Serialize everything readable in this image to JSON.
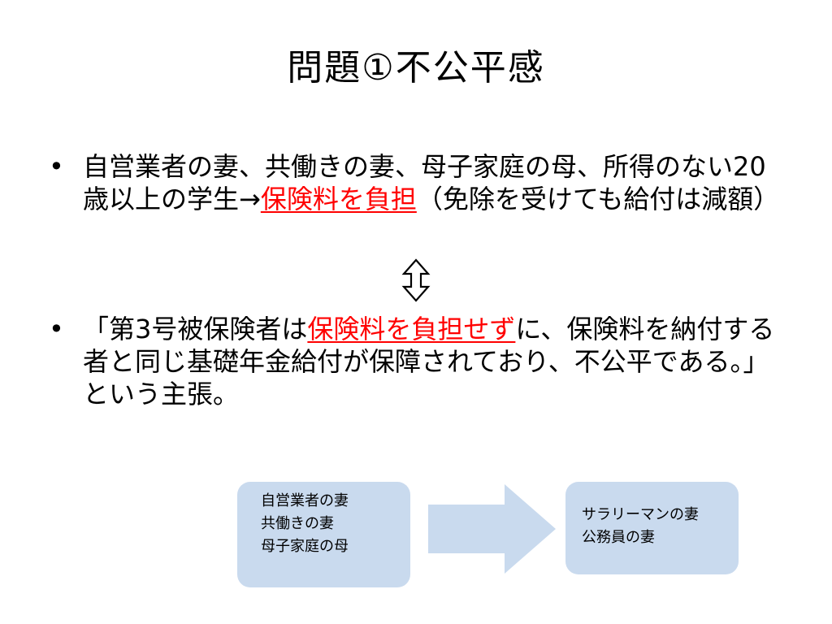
{
  "slide": {
    "title": "問題①不公平感",
    "bullet_char": "•",
    "bullet1": {
      "before": "自営業者の妻、共働きの妻、母子家庭の母、所得のない20歳以上の学生→",
      "highlight": "保険料を負担",
      "after": "（免除を受けても給付は減額）"
    },
    "bullet2": {
      "before": "「第3号被保険者は",
      "highlight": "保険料を負担せず",
      "after": "に、保険料を納付する者と同じ基礎年金給付が保障されており、不公平である。」という主張。"
    }
  },
  "diagram": {
    "left_box": {
      "lines": [
        "自営業者の妻",
        "共働きの妻",
        "母子家庭の母"
      ]
    },
    "right_box": {
      "lines": [
        "サラリーマンの妻",
        "公務員の妻"
      ]
    }
  },
  "colors": {
    "highlight": "#ff0000",
    "box_fill": "#c9daee",
    "arrow_fill": "#c9daee"
  },
  "icons": {
    "separator": "up-down-arrow-icon",
    "flow": "right-arrow-icon"
  }
}
